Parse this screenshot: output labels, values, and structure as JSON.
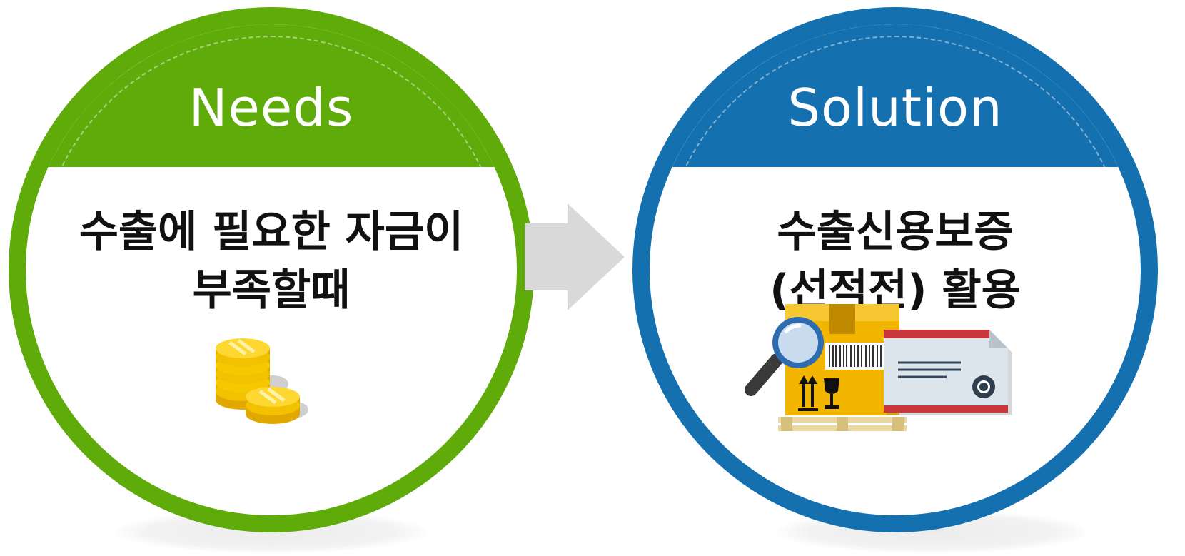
{
  "colors": {
    "needs_ring": "#5fab0a",
    "solution_ring": "#1570b0",
    "arrow": "#d9d9d9"
  },
  "needs": {
    "heading": "Needs",
    "line1": "수출에 필요한 자금이",
    "line2": "부족할때",
    "icon": "gold-coins-icon"
  },
  "solution": {
    "heading": "Solution",
    "line1": "수출신용보증",
    "line2": "(선적전) 활용",
    "icon": "shipment-certificate-icon"
  },
  "arrow_icon": "right-arrow-icon"
}
